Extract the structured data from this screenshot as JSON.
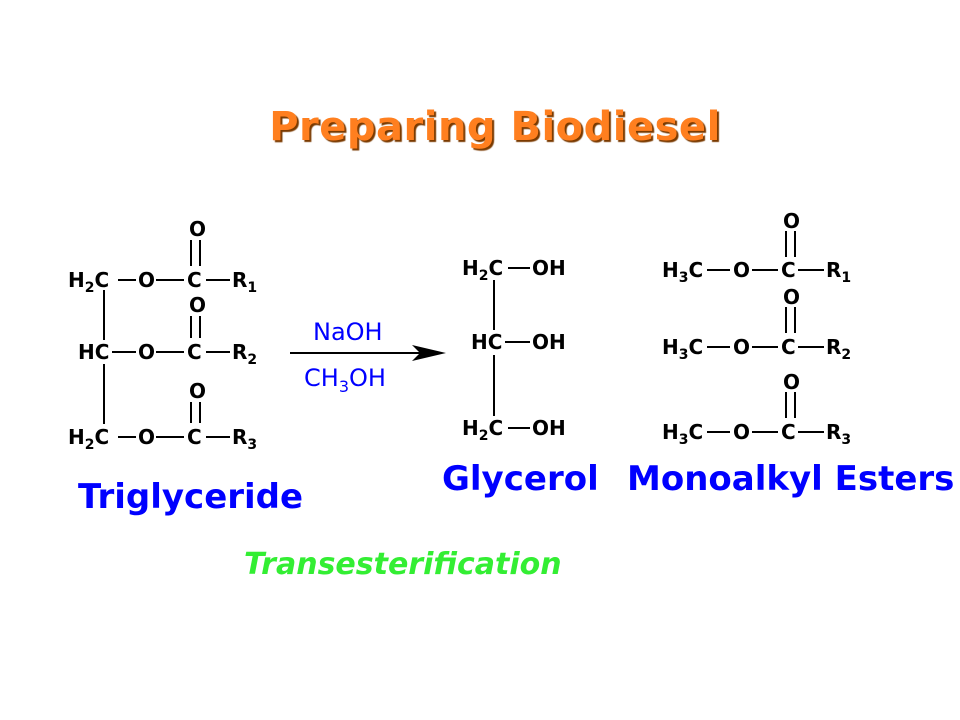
{
  "title": "Preparing Biodiesel",
  "triglyceride": {
    "rows": [
      {
        "carbon": "H",
        "carbon_sub": "2",
        "carbon_tail": "C",
        "o_link": "O",
        "c": "C",
        "dbl_o": "O",
        "r": "R",
        "r_sub": "1"
      },
      {
        "carbon": "HC",
        "carbon_sub": "",
        "carbon_tail": "",
        "o_link": "O",
        "c": "C",
        "dbl_o": "O",
        "r": "R",
        "r_sub": "2"
      },
      {
        "carbon": "H",
        "carbon_sub": "2",
        "carbon_tail": "C",
        "o_link": "O",
        "c": "C",
        "dbl_o": "O",
        "r": "R",
        "r_sub": "3"
      }
    ],
    "label": "Triglyceride"
  },
  "reagents": {
    "top": "NaOH",
    "bottom_pre": "CH",
    "bottom_sub": "3",
    "bottom_post": "OH"
  },
  "glycerol": {
    "rows": [
      {
        "carbon": "H",
        "carbon_sub": "2",
        "carbon_tail": "C",
        "oh": "OH"
      },
      {
        "carbon": "HC",
        "carbon_sub": "",
        "carbon_tail": "",
        "oh": "OH"
      },
      {
        "carbon": "H",
        "carbon_sub": "2",
        "carbon_tail": "C",
        "oh": "OH"
      }
    ],
    "label": "Glycerol"
  },
  "esters": {
    "rows": [
      {
        "carbon": "H",
        "carbon_sub": "3",
        "carbon_tail": "C",
        "o_link": "O",
        "c": "C",
        "dbl_o": "O",
        "r": "R",
        "r_sub": "1"
      },
      {
        "carbon": "H",
        "carbon_sub": "3",
        "carbon_tail": "C",
        "o_link": "O",
        "c": "C",
        "dbl_o": "O",
        "r": "R",
        "r_sub": "2"
      },
      {
        "carbon": "H",
        "carbon_sub": "3",
        "carbon_tail": "C",
        "o_link": "O",
        "c": "C",
        "dbl_o": "O",
        "r": "R",
        "r_sub": "3"
      }
    ],
    "label": "Monoalkyl Esters"
  },
  "process_label": "Transesterification",
  "colors": {
    "title": "#ff7f1f",
    "labels": "#0000ff",
    "process": "#33ee33",
    "structure": "#000000"
  }
}
